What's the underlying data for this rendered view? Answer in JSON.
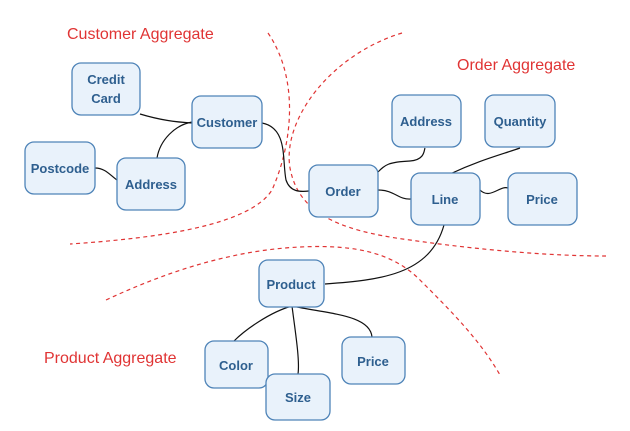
{
  "aggregates": {
    "customer": "Customer Aggregate",
    "order": "Order Aggregate",
    "product": "Product Aggregate"
  },
  "nodes": {
    "credit_card": [
      "Credit",
      "Card"
    ],
    "customer": "Customer",
    "postcode": "Postcode",
    "customer_address": "Address",
    "order": "Order",
    "order_address": "Address",
    "quantity": "Quantity",
    "line": "Line",
    "line_price": "Price",
    "product": "Product",
    "color": "Color",
    "size": "Size",
    "product_price": "Price"
  },
  "colors": {
    "boundary": "#e03434",
    "node_fill": "#e9f2fb",
    "node_border": "#4f84b8",
    "node_text": "#2e5f8f",
    "edge": "#111111"
  }
}
